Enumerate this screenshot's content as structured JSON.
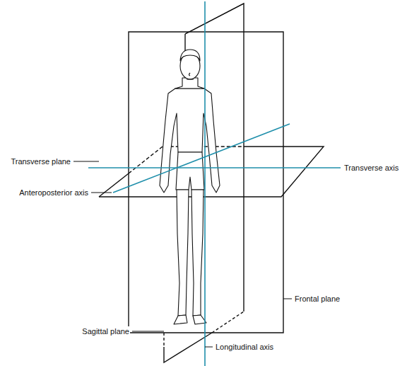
{
  "diagram": {
    "labels": [
      "Transverse plane",
      "Transverse axis",
      "Anteroposterior axis",
      "Frontal plane",
      "Sagittal plane",
      "Longitudinal axis"
    ]
  }
}
